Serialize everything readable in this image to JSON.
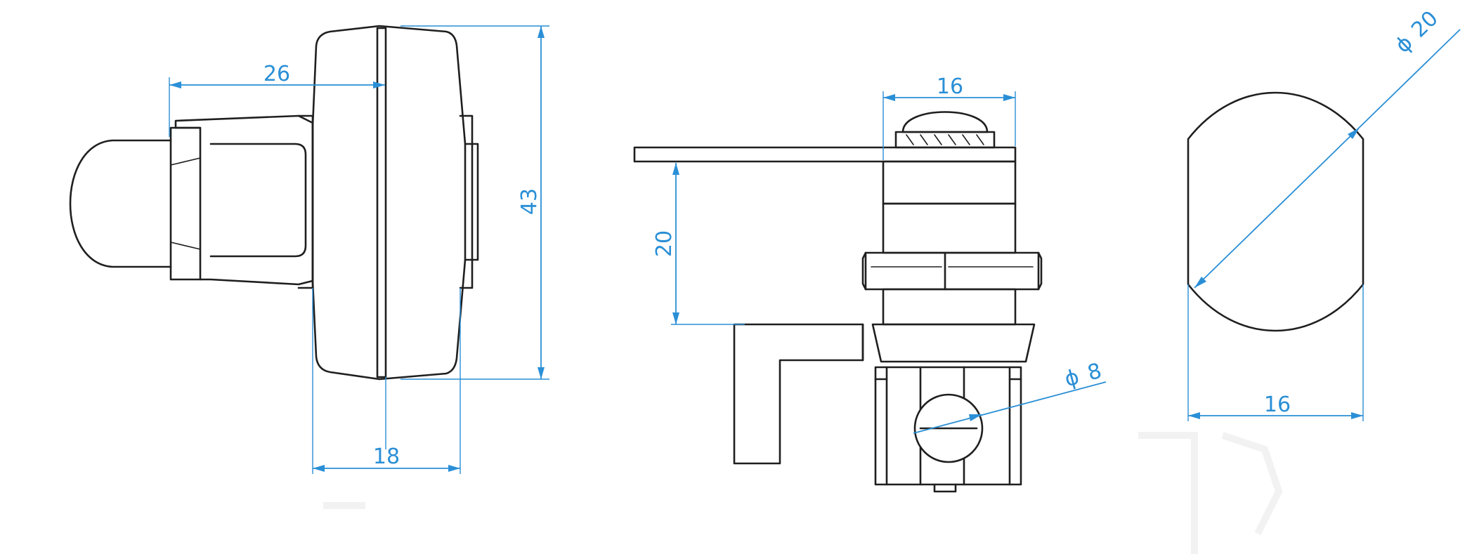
{
  "colors": {
    "outline": "#1f1f1f",
    "dimension": "#2a8fd6",
    "background": "#ffffff"
  },
  "dimensions": {
    "front_view": {
      "width_26": "26",
      "height_43": "43",
      "depth_18": "18"
    },
    "side_view": {
      "body_16": "16",
      "arm_offset_20": "20",
      "diameter_8": "8"
    },
    "end_view": {
      "diameter_20": "20",
      "flat_width_16": "16"
    },
    "diameter_symbol": "ϕ"
  }
}
